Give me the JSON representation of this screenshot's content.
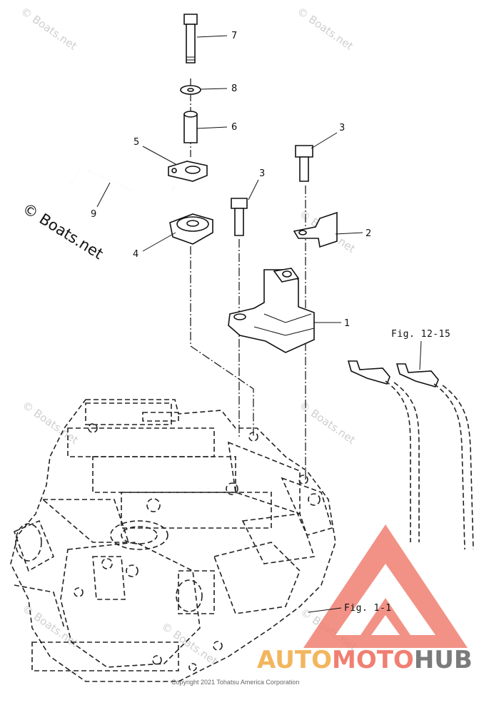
{
  "diagram": {
    "callouts": [
      "7",
      "8",
      "6",
      "5",
      "3",
      "3",
      "9",
      "2",
      "4",
      "1"
    ],
    "references": [
      "Fig. 12-15",
      "Fig. 1-1"
    ],
    "watermarks": [
      "© Boats.net",
      "© Boats.net",
      "© Boats.net",
      "© Boats.net",
      "© Boats.net",
      "© Boats.net",
      "© Boats.net",
      "© Boats.net"
    ],
    "main_watermark": "© Boats.net",
    "copyright": "Copyright 2021 Tohatsu America Corporation",
    "brand": {
      "part1": "AUTO",
      "part2": "MOTO",
      "part3": "HUB"
    }
  },
  "colors": {
    "brand_orange": "#f2b65e",
    "brand_red": "#f07f72",
    "brand_gray": "#7b7b7b",
    "logo_triangle": "#f07f72"
  }
}
